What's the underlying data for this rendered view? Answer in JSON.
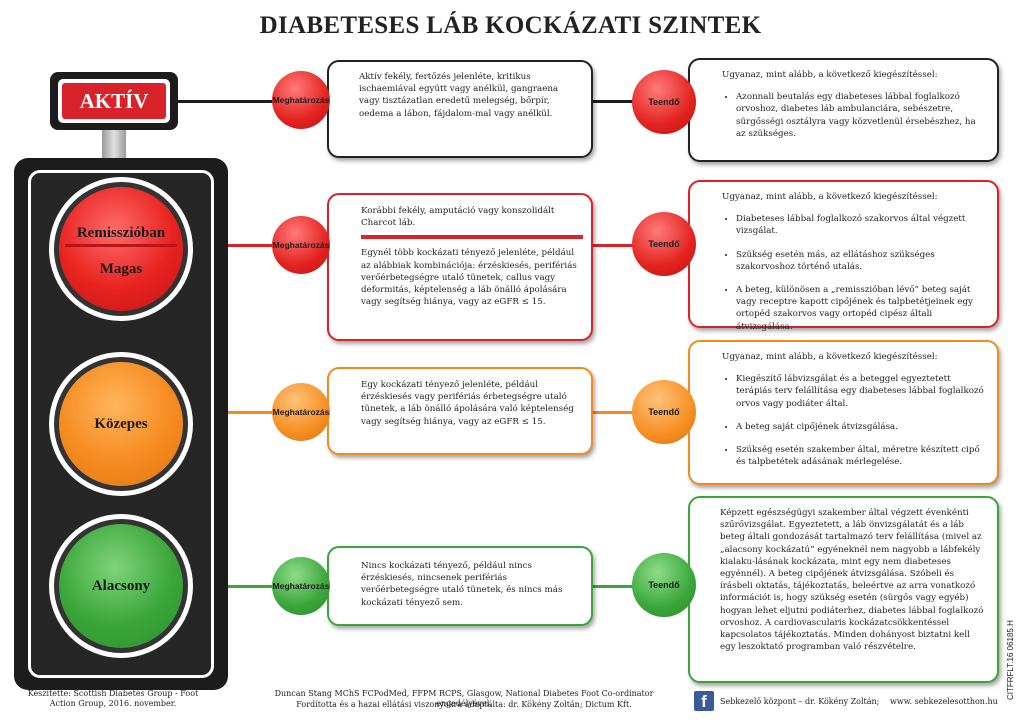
{
  "title": "DIABETESES LÁB KOCKÁZATI SZINTEK",
  "traffic_light": {
    "sign_label": "AKTÍV",
    "lamp_red_top": "Remisszióban",
    "lamp_red_bottom": "Magas",
    "lamp_orange": "Közepes",
    "lamp_green": "Alacsony"
  },
  "labels": {
    "definition": "Meghatározás",
    "action": "Teendő"
  },
  "colors": {
    "red": "#d9232a",
    "orange": "#f18a1f",
    "green": "#3aa63a",
    "dark": "#1c1c1c"
  },
  "rows": {
    "active": {
      "definition": "Aktív fekély, fertőzés jelenléte, kritikus ischaemiával együtt vagy anélkül, gangraena vagy tisztázatlan eredetű melegség, bőrpír, oedema a lábon, fájdalom-mal vagy anélkül.",
      "action_lead": "Ugyanaz, mint alább, a következő kiegészítéssel:",
      "action_items": [
        "Azonnali beutalás egy diabeteses lábbal foglalkozó orvoshoz, diabetes láb ambulanciára, sebészetre, sürgősségi osztályra vagy közvetlenül érsebészhez, ha az szükséges."
      ]
    },
    "high": {
      "definition_top": "Korábbi fekély, amputáció vagy konszolidált Charcot láb.",
      "definition_bottom": "Egynél több kockázati tényező jelenléte, például az alábbiak kombinációja: érzéskiesés, perifériás verőérbetegségre utaló tünetek, callus vagy deformitás, képtelenség a láb önálló ápolására vagy segítség hiánya, vagy az eGFR ≤ 15.",
      "action_lead": "Ugyanaz, mint alább, a következő kiegészítéssel:",
      "action_items": [
        "Diabeteses lábbal foglalkozó szakorvos által végzett vizsgálat.",
        "Szükség esetén más, az ellátáshoz szükséges szakorvoshoz történő utalás.",
        "A beteg, különösen a „remisszióban lévő” beteg saját vagy receptre kapott cipőjének és talpbetétjeinek egy ortopéd szakorvos vagy ortopéd cipész általi átvizsgálása."
      ]
    },
    "moderate": {
      "definition": "Egy kockázati tényező jelenléte, például érzéskiesés vagy perifériás érbetegségre utaló tünetek, a láb önálló ápolására való képtelenség vagy segítség hiánya, vagy az eGFR ≤ 15.",
      "action_lead": "Ugyanaz, mint alább, a következő kiegészítéssel:",
      "action_items": [
        "Kiegészítő lábvizsgálat és a beteggel egyeztetett terápiás terv felállítása egy diabeteses lábbal foglalkozó orvos vagy podiáter által.",
        "A beteg saját cipőjének átvizsgálása.",
        "Szükség esetén szakember által, méretre készített cipő és talpbetétek adásának mérlegelése."
      ]
    },
    "low": {
      "definition": "Nincs kockázati tényező, például nincs érzéskiesés, nincsenek perifériás verőérbetegségre utaló tünetek, és nincs más kockázati tényező sem.",
      "action": "Képzett egészségügyi szakember által végzett évenkénti szűrővizsgálat. Egyeztetett, a láb önvizsgálatát és a láb beteg általi gondozását tartalmazó terv felállítása (mivel az „alacsony kockázatú” egyéneknél nem nagyobb a lábfekély kialaku-lásának kockázata, mint egy nem diabeteses egyénnél). A beteg cipőjének átvizsgálása. Szóbeli és írásbeli oktatás, tájékoztatás, beleértve az arra vonatkozó információt is, hogy szükség esetén (sürgős vagy egyéb) hogyan lehet eljutni podiáterhez, diabetes lábbal foglalkozó orvoshoz. A cardiovascularis kockázatcsökkentéssel kapcsolatos tájékoztatás. Minden dohányost biztatni kell egy leszoktató programban való részvételre."
    }
  },
  "footer": {
    "left": "Készítette: Scottish Diabetes Group - Foot Action Group, 2016. november.",
    "center_line1": "Duncan Stang MChS FCPodMed, FFPM RCPS, Glasgow, National Diabetes Foot Co-ordinator engedélyével.",
    "center_line2": "Fordította és a hazai ellátási viszonyokra adaptálta: dr. Kökény Zoltán; Dictum Kft.",
    "fb_icon": "f",
    "right_name": "Sebkezelő központ – dr. Kökény Zoltán;",
    "right_url": "www. sebkezelesotthon.hu",
    "code": "CITFRFLT.16 06185.H"
  }
}
